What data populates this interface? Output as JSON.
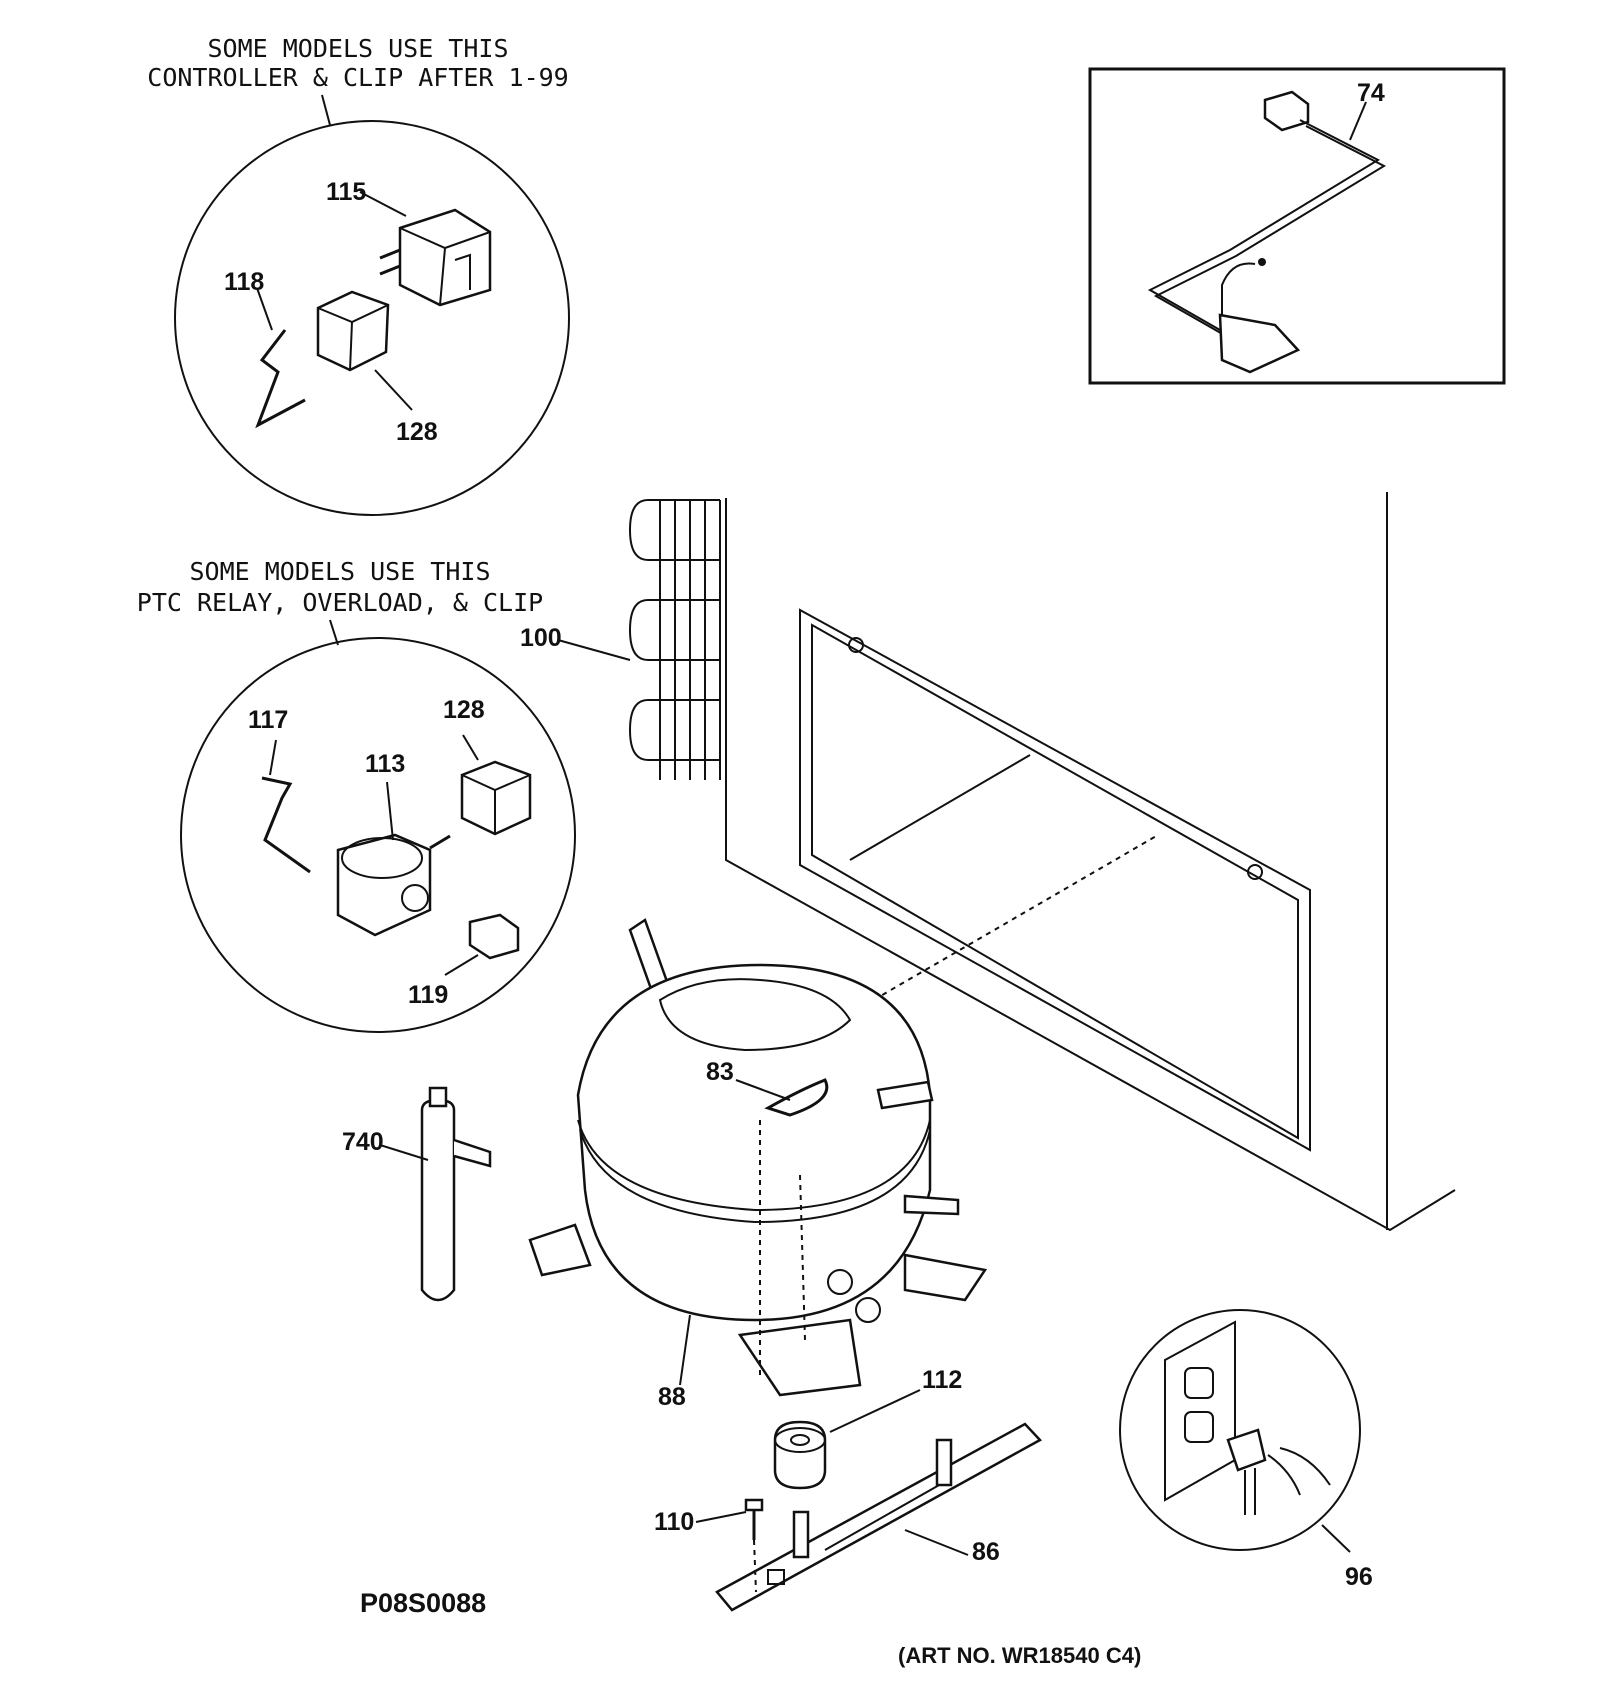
{
  "notes": {
    "controller_line1": "SOME MODELS USE THIS",
    "controller_line2": "CONTROLLER & CLIP AFTER 1-99",
    "ptc_line1": "SOME MODELS USE THIS",
    "ptc_line2": "PTC RELAY, OVERLOAD, & CLIP"
  },
  "callouts": {
    "c115": "115",
    "c118": "118",
    "c128a": "128",
    "c74": "74",
    "c100": "100",
    "c117": "117",
    "c128b": "128",
    "c113": "113",
    "c119": "119",
    "c740": "740",
    "c83": "83",
    "c88": "88",
    "c112": "112",
    "c110": "110",
    "c86": "86",
    "c96": "96"
  },
  "codes": {
    "drawing": "P08S0088",
    "art": "(ART NO. WR18540 C4)"
  }
}
